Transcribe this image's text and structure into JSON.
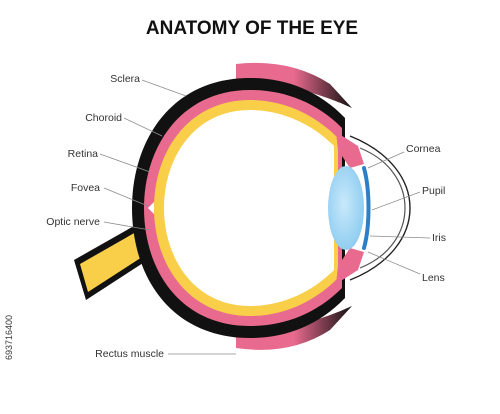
{
  "diagram": {
    "title": "ANATOMY OF THE EYE",
    "labels": {
      "sclera": "Sclera",
      "choroid": "Choroid",
      "retina": "Retina",
      "fovea": "Fovea",
      "optic_nerve": "Optic nerve",
      "rectus_muscle": "Rectus muscle",
      "cornea": "Cornea",
      "pupil": "Pupil",
      "iris": "Iris",
      "lens": "Lens"
    },
    "colors": {
      "sclera": "#111111",
      "choroid": "#e86a8e",
      "retina": "#f9cf4a",
      "optic_nerve": "#f9cf4a",
      "lens": "#a7d8f5",
      "iris": "#2f7fc4",
      "muscle": "#e86a8e"
    }
  },
  "stock_id": "693716400"
}
